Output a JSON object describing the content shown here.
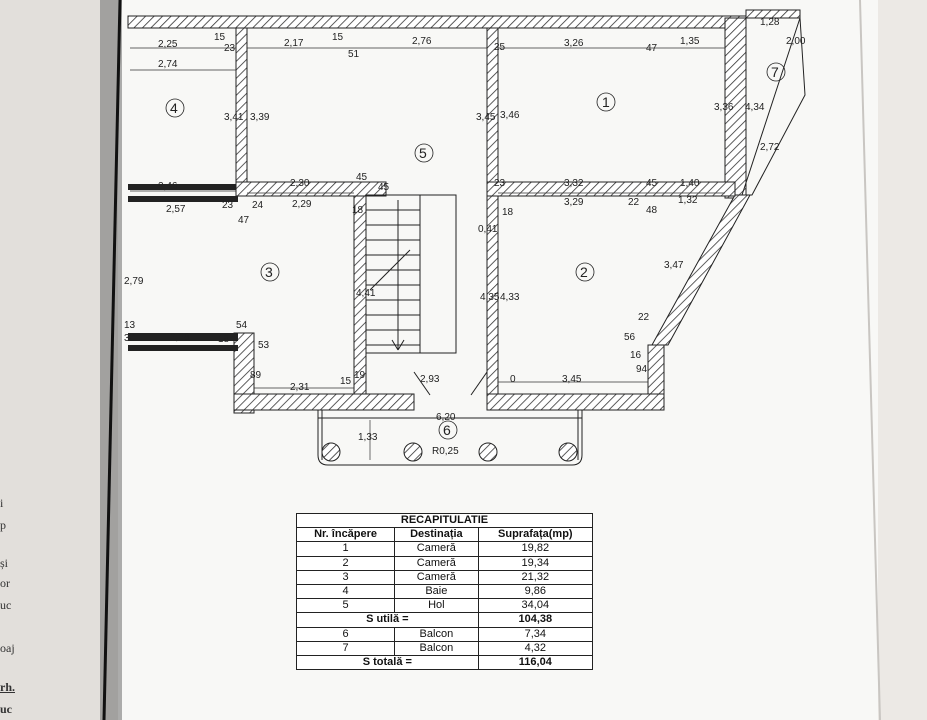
{
  "plan": {
    "rooms": [
      {
        "id": "room-1",
        "number": "1"
      },
      {
        "id": "room-2",
        "number": "2"
      },
      {
        "id": "room-3",
        "number": "3"
      },
      {
        "id": "room-4",
        "number": "4"
      },
      {
        "id": "room-5",
        "number": "5"
      },
      {
        "id": "room-6",
        "number": "6"
      },
      {
        "id": "room-7",
        "number": "7"
      }
    ],
    "dimensions": [
      "2,25",
      "15",
      "23",
      "2,74",
      "2,17",
      "15",
      "51",
      "2,76",
      "25",
      "3,26",
      "47",
      "1,35",
      "1,28",
      "2,00",
      "4,34",
      "3,41",
      "3,39",
      "3,45",
      "3,46",
      "3,36",
      "2,72",
      "2,46",
      "2,30",
      "45",
      "45",
      "23",
      "3,32",
      "45",
      "1,40",
      "2,57",
      "23",
      "24",
      "2,29",
      "18",
      "47",
      "0,41",
      "18",
      "3,29",
      "22",
      "48",
      "1,32",
      "4,41",
      "4,35",
      "4,33",
      "3,47",
      "2,79",
      "13",
      "30",
      "2,28",
      "54",
      "18",
      "53",
      "89",
      "2,31",
      "15",
      "19",
      "2,93",
      "0",
      "3,45",
      "56",
      "16",
      "94",
      "22",
      "6,20",
      "1,33",
      "R0,25"
    ]
  },
  "recap": {
    "title": "RECAPITULATIE",
    "headers": [
      "Nr. încăpere",
      "Destinația",
      "Suprafața(mp)"
    ],
    "rows": [
      [
        "1",
        "Cameră",
        "19,82"
      ],
      [
        "2",
        "Cameră",
        "19,34"
      ],
      [
        "3",
        "Cameră",
        "21,32"
      ],
      [
        "4",
        "Baie",
        "9,86"
      ],
      [
        "5",
        "Hol",
        "34,04"
      ]
    ],
    "subtotal_label": "S utilă =",
    "subtotal_value": "104,38",
    "rows2": [
      [
        "6",
        "Balcon",
        "7,34"
      ],
      [
        "7",
        "Balcon",
        "4,32"
      ]
    ],
    "total_label": "S totală =",
    "total_value": "116,04"
  },
  "edge_text": [
    "i",
    "p",
    "și",
    "or",
    "uc",
    "oaj",
    "rh.",
    "uc"
  ]
}
